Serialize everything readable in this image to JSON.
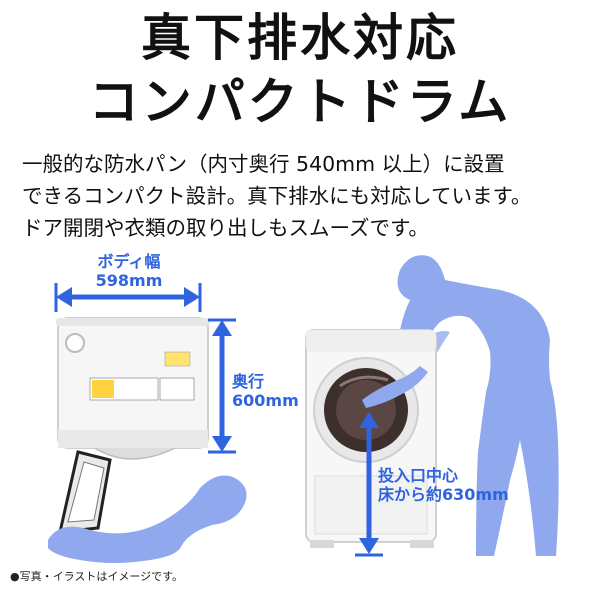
{
  "title": {
    "line1": "真下排水対応",
    "line2": "コンパクトドラム"
  },
  "description": [
    "一般的な防水パン（内寸奥行 540mm 以上）に設置",
    "できるコンパクト設計。真下排水にも対応しています。",
    "ドア開閉や衣類の取り出しもスムーズです。"
  ],
  "dimensions": {
    "width_label": "ボディ幅",
    "width_value": "598mm",
    "depth_label": "奥行",
    "depth_value": "600mm",
    "height_label": "投入口中心",
    "height_value": "床から約630mm"
  },
  "footnote": "●写真・イラストはイメージです。",
  "colors": {
    "accent_blue": "#2f63e0",
    "silhouette": "#8fa8ee"
  }
}
